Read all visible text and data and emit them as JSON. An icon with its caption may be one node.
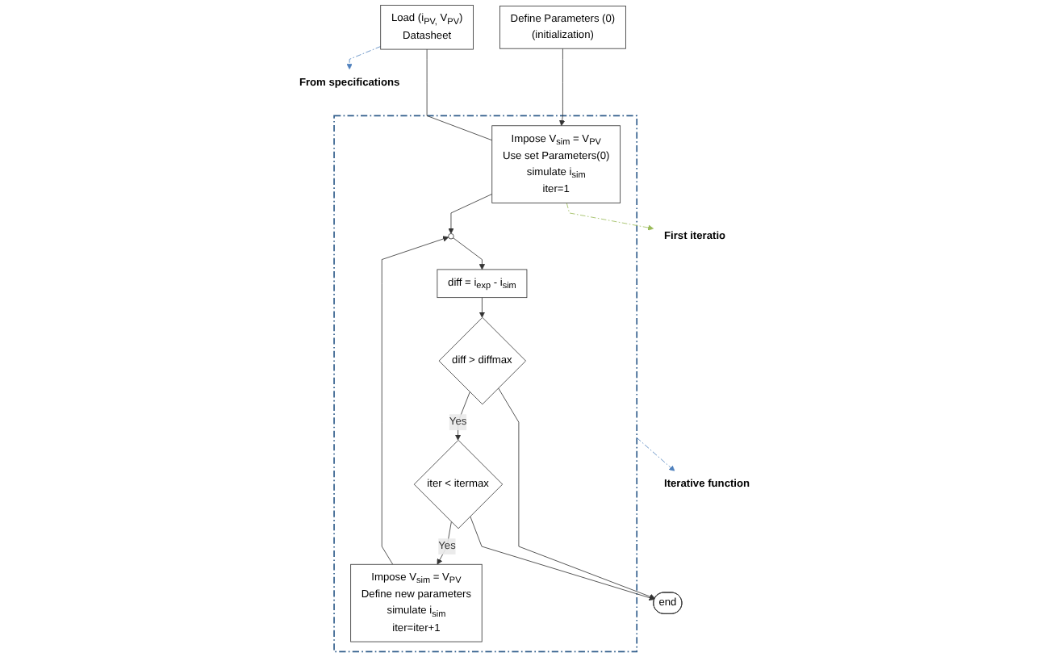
{
  "diagram": {
    "nodes": [
      {
        "text": [
          "Define Parameters (0)",
          "(initialization)"
        ]
      },
      {
        "text": [
          "Load (i$_{PV,}$ V$_{PV}$)",
          "Datasheet"
        ]
      },
      {
        "text": [
          "From specifications"
        ]
      },
      {
        "text": [],
        "shape": "box"
      },
      {
        "text": [
          "Impose V$_{sim}$ = V$_{PV}$",
          "Use set Parameters(0)",
          "simulate i$_{sim}$",
          "iter=1"
        ],
        "in": 3
      },
      {
        "text": [
          "First iteratio"
        ]
      },
      {
        "text": [],
        "shape": "circle",
        "in": 3
      },
      {
        "text": [
          "Impose V$_{sim}$ = V$_{PV}$",
          "Define new parameters",
          "simulate i$_{sim}$",
          "iter=iter+1"
        ],
        "in": 3
      },
      {
        "text": [
          "diff = i$_{exp}$ - i$_{sim}$"
        ],
        "in": 3
      },
      {
        "text": [
          "Iterative function"
        ]
      },
      {
        "text": [
          "diff > diffmax"
        ],
        "in": 3
      },
      {
        "text": [
          "iter < itermax"
        ],
        "in": 3
      },
      {
        "text": [
          "end"
        ]
      }
    ],
    "edges": [
      {
        "from": 0,
        "to": 4,
        "arrow": "to"
      },
      {
        "from": 1,
        "to": 4,
        "arrow": "none"
      },
      {
        "from": 1,
        "to": 2,
        "arrow": "to",
        "style": "dashed",
        "color": "#4f81bd"
      },
      {
        "from": 4,
        "to": 5,
        "arrow": "to",
        "style": "dashed",
        "color": "#9bbb59"
      },
      {
        "from": 4,
        "to": 6,
        "arrow": "to"
      },
      {
        "from": 7,
        "to": 6,
        "arrow": "to"
      },
      {
        "from": 6,
        "to": 8,
        "arrow": "to"
      },
      {
        "from": 8,
        "to": 10,
        "arrow": "to"
      },
      {
        "from": 10,
        "to": 11,
        "arrow": "to",
        "label": "Yes"
      },
      {
        "from": 10,
        "to": 12,
        "arrow": "to"
      },
      {
        "from": 11,
        "to": 7,
        "arrow": "to",
        "label": "Yes"
      },
      {
        "from": 11,
        "to": 12,
        "arrow": "to"
      },
      {
        "from": 3,
        "to": 9,
        "arrow": "to",
        "style": "dashed",
        "color": "#4f81bd"
      }
    ]
  }
}
